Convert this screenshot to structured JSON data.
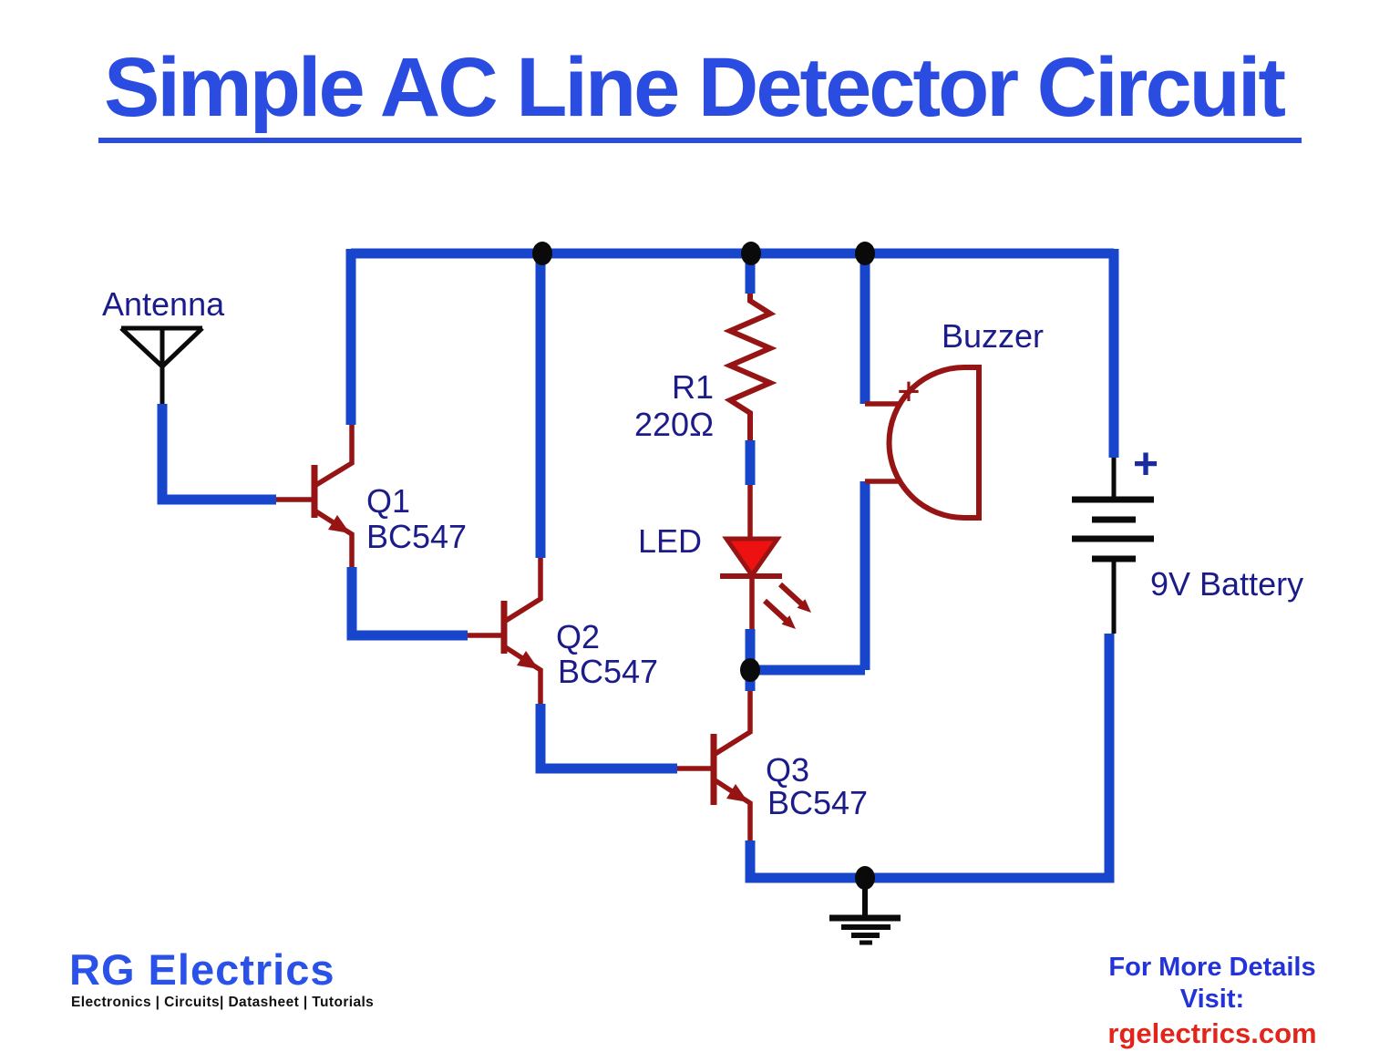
{
  "title": "Simple AC Line Detector Circuit",
  "colors": {
    "wire_blue": "#1745cb",
    "component_red": "#971414",
    "led_fill_red": "#ee1111",
    "label_navy": "#1b1b8a",
    "title_blue": "#2b4ce0",
    "battery_plus_blue": "#1b2ba0",
    "website_red": "#e1251b",
    "logo_blue": "#2a52e8",
    "symbol_black": "#0a0a0a"
  },
  "circuit": {
    "antenna_label": "Antenna",
    "q1_ref": "Q1",
    "q1_part": "BC547",
    "q2_ref": "Q2",
    "q2_part": "BC547",
    "q3_ref": "Q3",
    "q3_part": "BC547",
    "r1_ref": "R1",
    "r1_value": "220Ω",
    "led_label": "LED",
    "buzzer_label": "Buzzer",
    "buzzer_polarity": "+",
    "battery_polarity": "+",
    "battery_label": "9V Battery"
  },
  "footer": {
    "logo_text": "RG Electrics",
    "logo_tagline": "Electronics | Circuits| Datasheet | Tutorials",
    "visit_label": "For More Details Visit:",
    "website": "rgelectrics.com"
  }
}
